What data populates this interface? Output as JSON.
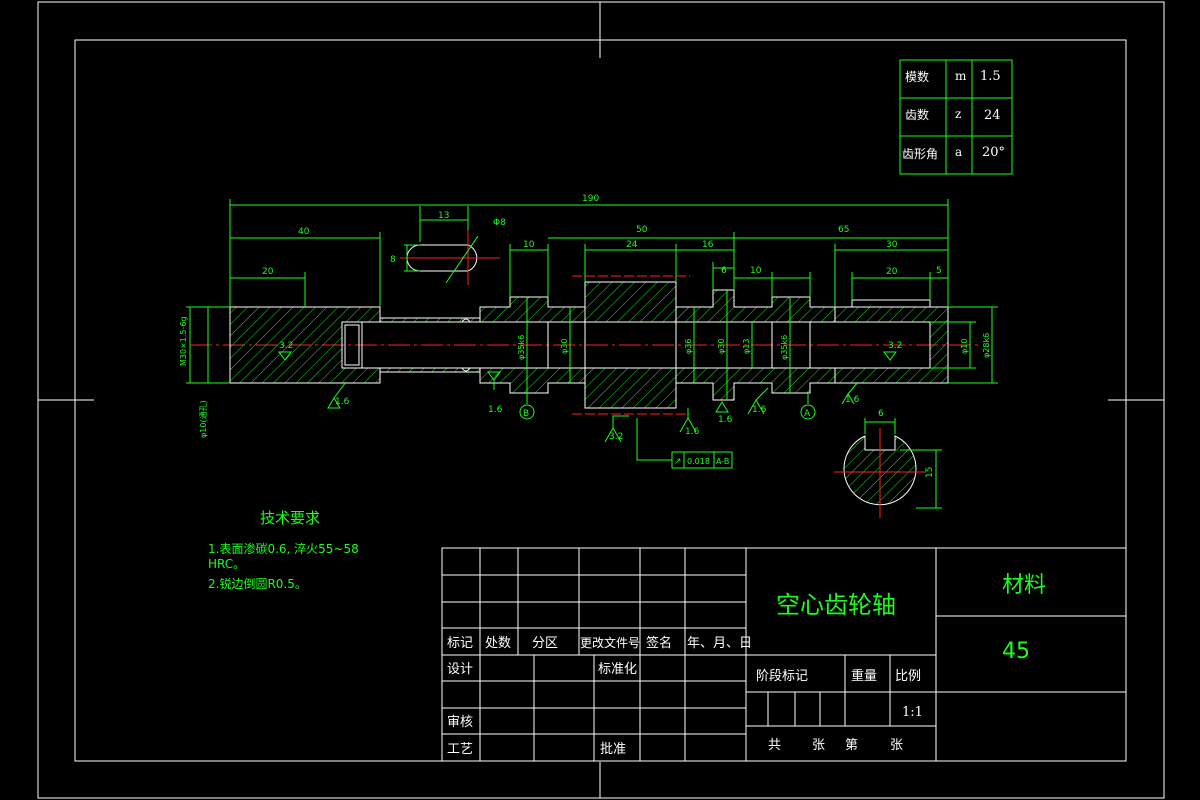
{
  "gear_params": [
    {
      "label": "模数",
      "symbol": "m",
      "value": "1.5"
    },
    {
      "label": "齿数",
      "symbol": "z",
      "value": "24"
    },
    {
      "label": "齿形角",
      "symbol": "a",
      "value": "20°"
    }
  ],
  "dims": {
    "overall": "190",
    "d40": "40",
    "d20": "20",
    "d13": "13",
    "d8": "8",
    "phi8": "Φ8",
    "d10": "10",
    "d24": "24",
    "d16": "16",
    "d50": "50",
    "d6a": "6",
    "d10b": "10",
    "d65": "65",
    "d30": "30",
    "d20b": "20",
    "d5": "5",
    "d6key": "6",
    "d15": "15"
  },
  "dia_labels": {
    "left_thread": "M30×1.5-6g",
    "left_bore": "φ10(通孔)",
    "d1": "φ35k6",
    "d2": "φ30",
    "d3": "φ36",
    "d4": "φ30",
    "d5": "φ13",
    "d6": "φ35k6",
    "d7": "φ10",
    "d8": "φ28k6"
  },
  "roughness": [
    "3.2",
    "1.6",
    "1.6",
    "3.2",
    "1.6",
    "1.6",
    "1.6",
    "1.6",
    "3.2"
  ],
  "datums": [
    "B",
    "A"
  ],
  "tolerance": {
    "symbol": "↗",
    "value": "0.018",
    "ref": "A-B"
  },
  "tech_req": {
    "title": "技术要求",
    "line1": "1.表面渗碳0.6, 淬火55~58",
    "line2": "HRC。",
    "line3": "2.锐边倒圆R0.5。"
  },
  "title_block": {
    "part_name": "空心齿轮轴",
    "material_label": "材料",
    "material": "45",
    "rev_headers": [
      "标记",
      "处数",
      "分区",
      "更改文件号",
      "签名",
      "年、月、日"
    ],
    "design": "设计",
    "standard": "标准化",
    "review": "审核",
    "process": "工艺",
    "approve": "批准",
    "stage_headers": [
      "阶段标记",
      "重量",
      "比例"
    ],
    "scale": "1:1",
    "sheets": [
      "共",
      "张",
      "第",
      "张"
    ]
  }
}
